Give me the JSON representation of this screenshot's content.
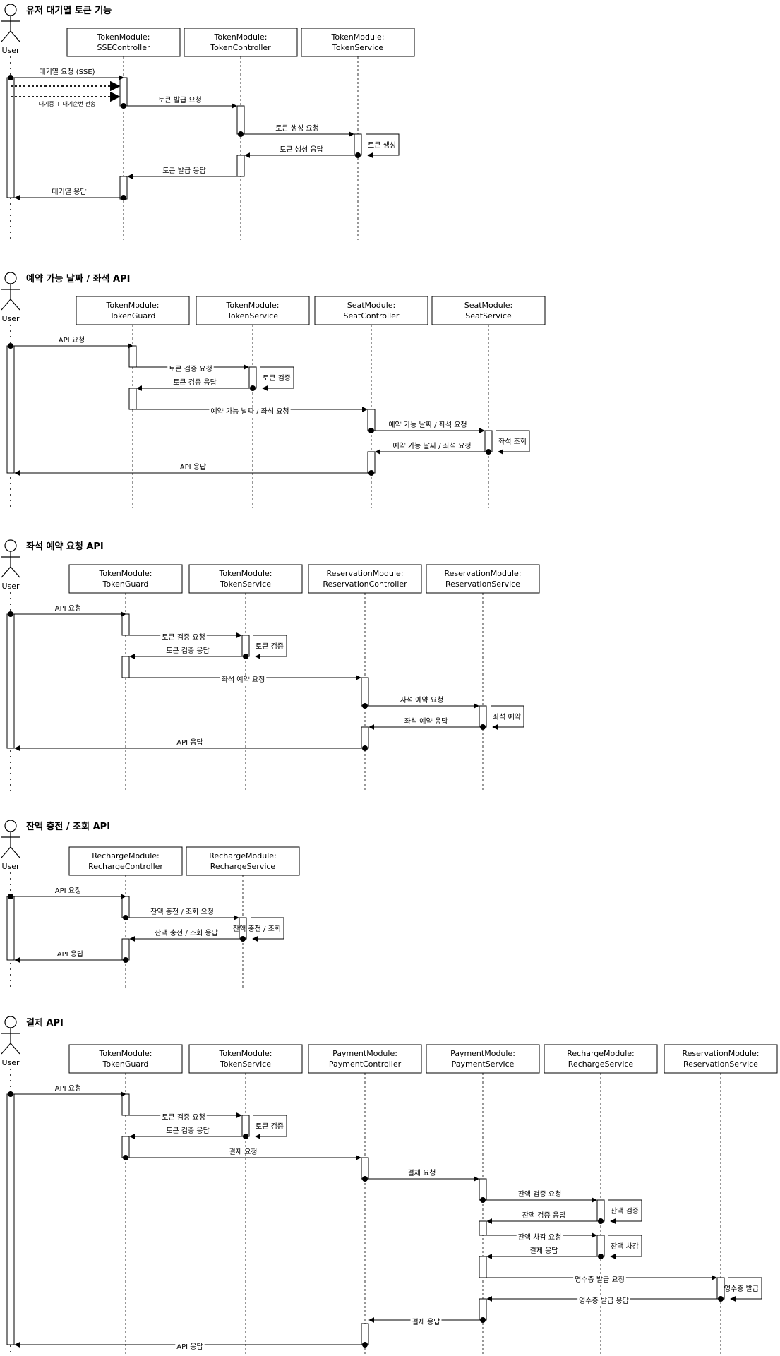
{
  "diagrams": [
    {
      "title": "유저 대기열 토큰 기능",
      "user_label": "User",
      "participants": [
        [
          "TokenModule:",
          "SSEController"
        ],
        [
          "TokenModule:",
          "TokenController"
        ],
        [
          "TokenModule:",
          "TokenService"
        ]
      ],
      "messages": [
        {
          "text": "대기열 요청 (SSE)"
        },
        {
          "text": ""
        },
        {
          "text": "대기중 + 대기순번 전송"
        },
        {
          "text": "토큰 발급 요청"
        },
        {
          "text": "토큰 생성 요청"
        },
        {
          "text": "토큰 생성"
        },
        {
          "text": "토큰 생성 응답"
        },
        {
          "text": "토큰 발급 응답"
        },
        {
          "text": "대기열 응답"
        }
      ]
    },
    {
      "title": "예약 가능 날짜 / 좌석 API",
      "user_label": "User",
      "participants": [
        [
          "TokenModule:",
          "TokenGuard"
        ],
        [
          "TokenModule:",
          "TokenService"
        ],
        [
          "SeatModule:",
          "SeatController"
        ],
        [
          "SeatModule:",
          "SeatService"
        ]
      ],
      "messages": [
        {
          "text": "API 요청"
        },
        {
          "text": "토큰 검증 요청"
        },
        {
          "text": "토큰 검증"
        },
        {
          "text": "토큰 검증 응답"
        },
        {
          "text": "예약 가능 날짜 / 좌석 요청"
        },
        {
          "text": "예약 가능 날짜 / 좌석 요청"
        },
        {
          "text": "좌석 조회"
        },
        {
          "text": "예약 가능 날짜 / 좌석 요청"
        },
        {
          "text": "API 응답"
        }
      ]
    },
    {
      "title": "좌석 예약 요청 API",
      "user_label": "User",
      "participants": [
        [
          "TokenModule:",
          "TokenGuard"
        ],
        [
          "TokenModule:",
          "TokenService"
        ],
        [
          "ReservationModule:",
          "ReservationController"
        ],
        [
          "ReservationModule:",
          "ReservationService"
        ]
      ],
      "messages": [
        {
          "text": "API 요청"
        },
        {
          "text": "토큰 검증 요청"
        },
        {
          "text": "토큰 검증"
        },
        {
          "text": "토큰 검증 응답"
        },
        {
          "text": "좌석 예약 요청"
        },
        {
          "text": "자석 예약 요청"
        },
        {
          "text": "좌석 예약"
        },
        {
          "text": "좌석 예약 응답"
        },
        {
          "text": "API 응답"
        }
      ]
    },
    {
      "title": "잔액 충전 / 조회 API",
      "user_label": "User",
      "participants": [
        [
          "RechargeModule:",
          "RechargeController"
        ],
        [
          "RechargeModule:",
          "RechargeService"
        ]
      ],
      "messages": [
        {
          "text": "API 요청"
        },
        {
          "text": "잔액 충전 / 조회 요청"
        },
        {
          "text": "잔액 충전 / 조회"
        },
        {
          "text": "잔액 충전 / 조회 응답"
        },
        {
          "text": "API 응답"
        }
      ]
    },
    {
      "title": "결제 API",
      "user_label": "User",
      "participants": [
        [
          "TokenModule:",
          "TokenGuard"
        ],
        [
          "TokenModule:",
          "TokenService"
        ],
        [
          "PaymentModule:",
          "PaymentController"
        ],
        [
          "PaymentModule:",
          "PaymentService"
        ],
        [
          "RechargeModule:",
          "RechargeService"
        ],
        [
          "ReservationModule:",
          "ReservationService"
        ]
      ],
      "messages": [
        {
          "text": "API 요청"
        },
        {
          "text": "토큰 검증 요청"
        },
        {
          "text": "토큰 검증"
        },
        {
          "text": "토큰 검증 응답"
        },
        {
          "text": "결제 요청"
        },
        {
          "text": "결제 요청"
        },
        {
          "text": "잔액 검증 요청"
        },
        {
          "text": "잔액 검증"
        },
        {
          "text": "잔액 검증 응답"
        },
        {
          "text": "잔액 차감 요청"
        },
        {
          "text": "잔액 차감"
        },
        {
          "text": "결제 응답"
        },
        {
          "text": "영수증 발급 요청"
        },
        {
          "text": "영수증 발급"
        },
        {
          "text": "영수증 발급 응답"
        },
        {
          "text": "결제 응답"
        },
        {
          "text": "API 응답"
        }
      ]
    }
  ]
}
